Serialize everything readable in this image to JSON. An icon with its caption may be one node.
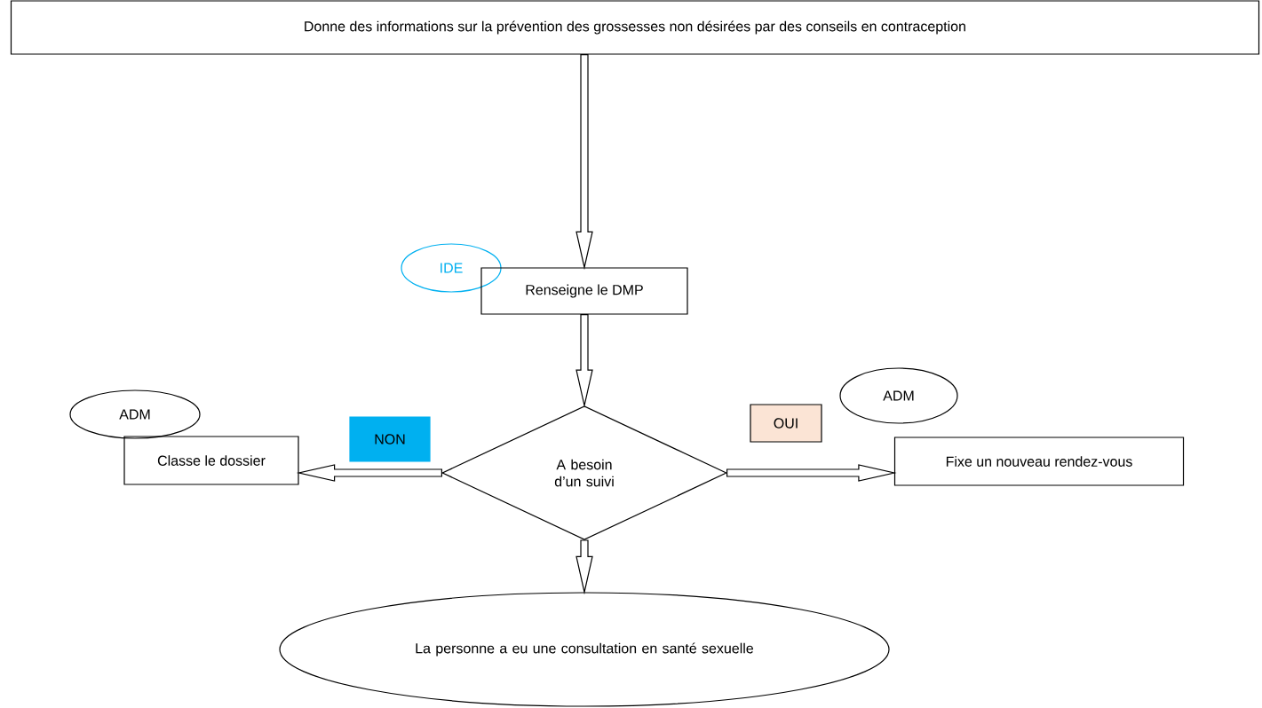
{
  "diagram": {
    "nodes": [
      {
        "text": [
          "Donne des informations sur la prévention des grossesses non désirées par des conseils en contraception"
        ]
      },
      {
        "text": [
          "IDE"
        ]
      },
      {
        "text": [
          "Renseigne le DMP"
        ]
      },
      {
        "text": [
          "ADM"
        ]
      },
      {
        "text": [
          "ADM"
        ]
      },
      {
        "text": [
          "OUI"
        ]
      },
      {
        "text": [
          "NON"
        ]
      },
      {
        "text": [
          "A besoin d’un suivi"
        ]
      },
      {
        "text": [
          "Classe le dossier"
        ]
      },
      {
        "text": [
          "Fixe un nouveau rendez-vous"
        ]
      },
      {
        "text": [
          "La personne a eu une consultation en santé sexuelle"
        ]
      }
    ],
    "edges": [
      {
        "from": 0,
        "to": 2,
        "arrow": "to"
      },
      {
        "from": 2,
        "to": 7,
        "arrow": "to"
      },
      {
        "from": 7,
        "to": 8,
        "arrow": "to"
      },
      {
        "from": 7,
        "to": 9,
        "arrow": "to"
      },
      {
        "from": 7,
        "to": 10,
        "arrow": "to"
      }
    ]
  }
}
